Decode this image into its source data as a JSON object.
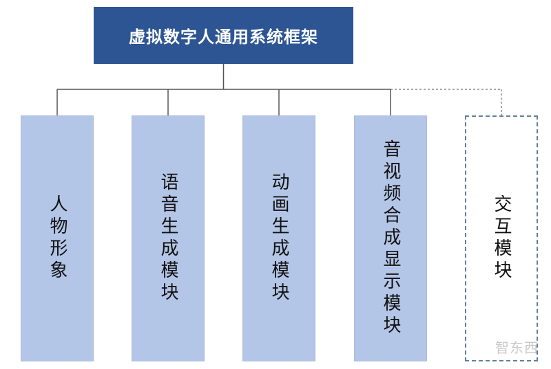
{
  "diagram": {
    "root": {
      "label": "虚拟数字人通用系统框架",
      "color": "#2d5593"
    },
    "modules": [
      {
        "label": "人物形象",
        "style": "solid"
      },
      {
        "label": "语音生成模块",
        "style": "solid"
      },
      {
        "label": "动画生成模块",
        "style": "solid"
      },
      {
        "label": "音视频合成显示模块",
        "style": "solid"
      },
      {
        "label": "交互模块",
        "style": "dashed"
      }
    ],
    "module_fill": "#b4c6e7",
    "dashed_border": "#5f7f9f",
    "connector_color": "#555555"
  },
  "watermark": "智东西"
}
